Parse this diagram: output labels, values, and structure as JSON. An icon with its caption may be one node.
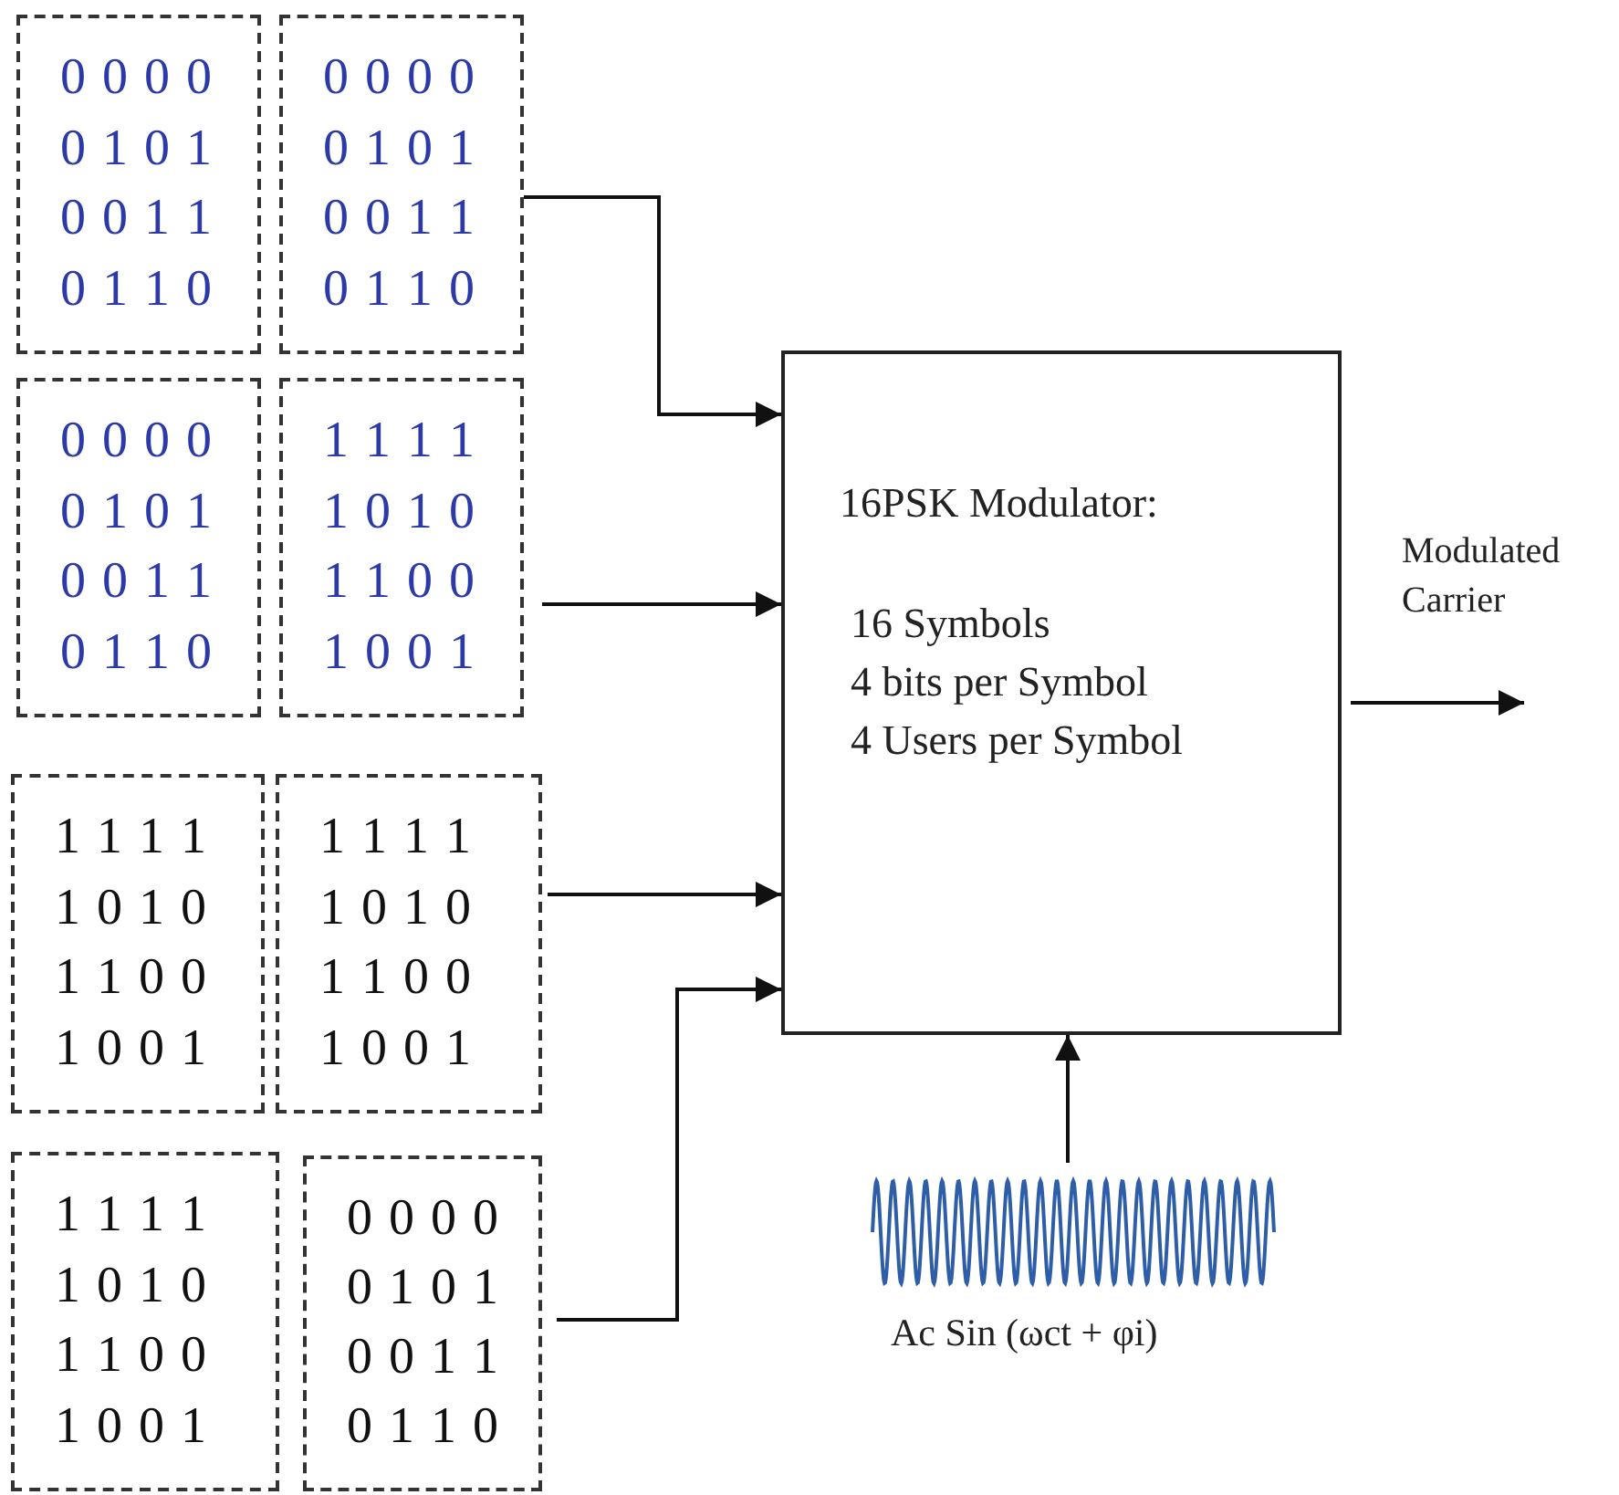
{
  "diagram": {
    "nodes": [
      {
        "text": [
          "0 0 0 0",
          "0 1 0 1",
          "0 0 1 1",
          "0 1 1 0"
        ]
      },
      {
        "text": [
          "0 0 0 0",
          "0 1 0 1",
          "0 0 1 1",
          "0 1 1 0"
        ]
      },
      {
        "text": [
          "0 0 0 0",
          "0 1 0 1",
          "0 0 1 1",
          "0 1 1 0"
        ]
      },
      {
        "text": [
          "1 1 1 1",
          "1 0 1 0",
          "1 1 0 0",
          "1 0 0 1"
        ]
      },
      {
        "text": [
          "1 1 1 1",
          "1 0 1 0",
          "1 1 0 0",
          "1 0 0 1"
        ]
      },
      {
        "text": [
          "1 1 1 1",
          "1 0 1 0",
          "1 1 0 0",
          "1 0 0 1"
        ]
      },
      {
        "text": [
          "1 1 1 1",
          "1 0 1 0",
          "1 1 0 0",
          "1 0 0 1"
        ]
      },
      {
        "text": [
          "0 0 0 0",
          "0 1 0 1",
          "0 0 1 1",
          "0 1 1 0"
        ]
      },
      {
        "text": [
          "16PSK Modulator:",
          "16 Symbols",
          "4 bits per Symbol",
          "4 Users per Symbol"
        ]
      },
      {
        "text": [],
        "shape": "picture",
        "beside": [
          "Ac Sin (ωct + φi)"
        ]
      }
    ],
    "edges": [
      {
        "from": 1,
        "to": 8,
        "arrow": "to"
      },
      {
        "from": 3,
        "to": 8,
        "arrow": "to"
      },
      {
        "from": 5,
        "to": 8,
        "arrow": "to"
      },
      {
        "from": 7,
        "to": 8,
        "arrow": "to"
      },
      {
        "from": 9,
        "to": 8,
        "arrow": "to"
      },
      {
        "from": 8,
        "to": null,
        "arrow": "to",
        "label": "Modulated Carrier"
      }
    ]
  }
}
